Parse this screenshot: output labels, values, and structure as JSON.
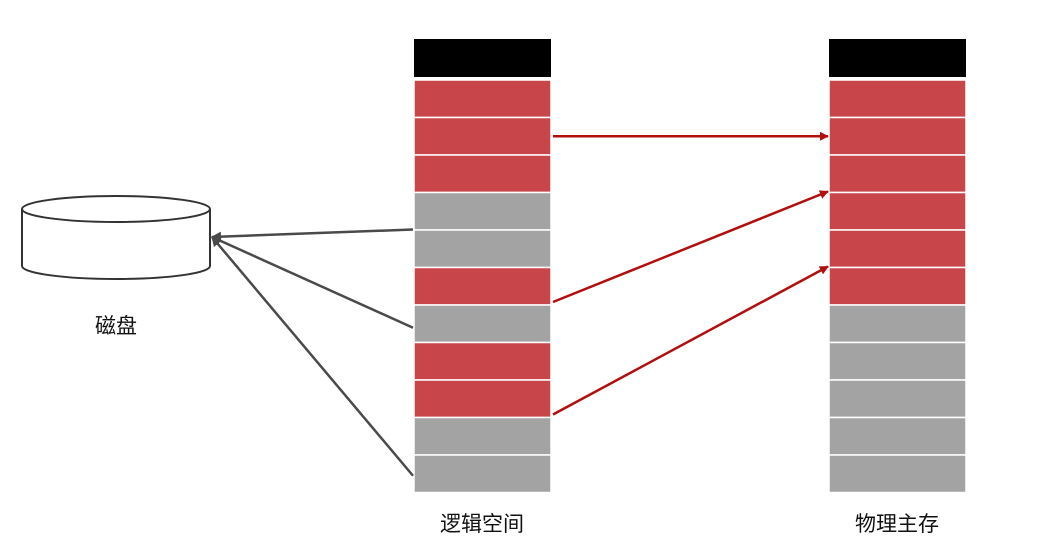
{
  "colors": {
    "used": "#c8464a",
    "free": "#a3a3a3",
    "header": "#000000",
    "arrow_red": "#b10e0e",
    "arrow_gray": "#4a4a4a",
    "disk_stroke": "#333333"
  },
  "disk": {
    "label": "磁盘",
    "icon": "cylinder-disk-icon"
  },
  "logical_space": {
    "label": "逻辑空间",
    "blocks": [
      "used",
      "used",
      "used",
      "free",
      "free",
      "used",
      "free",
      "used",
      "used",
      "free",
      "free"
    ]
  },
  "physical_memory": {
    "label": "物理主存",
    "blocks": [
      "used",
      "used",
      "used",
      "used",
      "used",
      "used",
      "free",
      "free",
      "free",
      "free",
      "free"
    ]
  },
  "mappings_to_memory": [
    {
      "from": 1,
      "to": 1
    },
    {
      "from": 5,
      "to": 3
    },
    {
      "from": 8,
      "to": 5
    }
  ],
  "mappings_to_disk": [
    3,
    6,
    10
  ]
}
